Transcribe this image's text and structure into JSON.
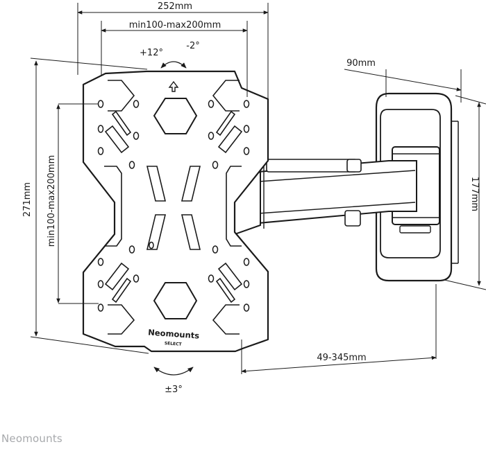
{
  "dimensions": {
    "overall_width": "252mm",
    "vesa_width": "min100-max200mm",
    "overall_height": "271mm",
    "vesa_height": "min100-max200mm",
    "wall_plate_depth": "90mm",
    "wall_plate_height": "177mm",
    "extension": "49-345mm"
  },
  "rotation": {
    "tilt_up": "+12°",
    "tilt_down": "-2°",
    "rotate": "±3°"
  },
  "plate_logo": {
    "brand": "Neomounts",
    "series": "SELECT"
  },
  "footer": {
    "brand": "Neomounts"
  }
}
